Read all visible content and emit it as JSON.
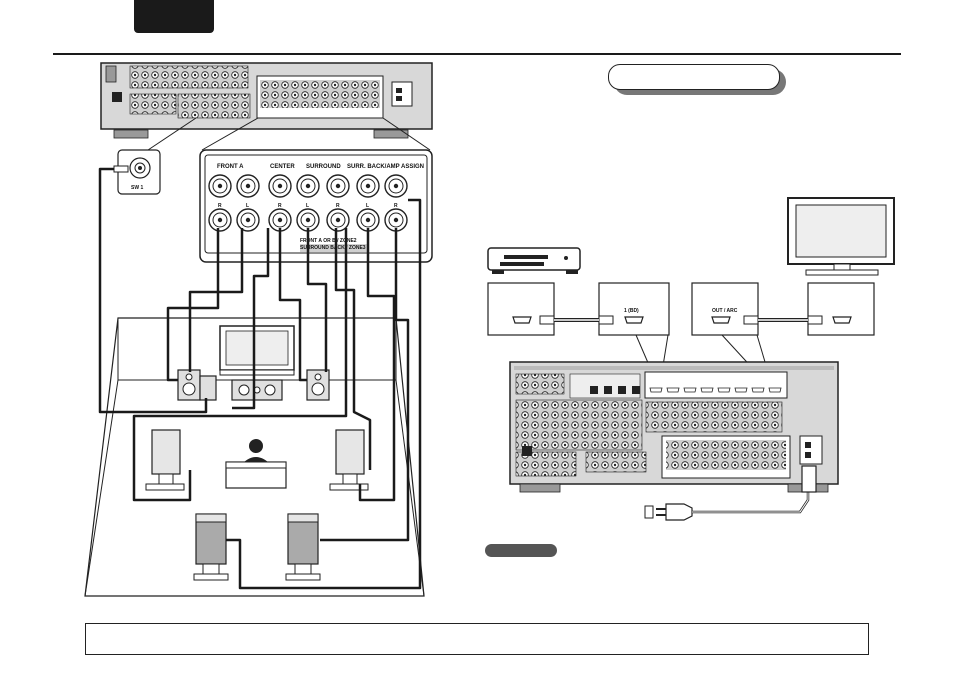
{
  "labels": {
    "sw_jack": "SW 1",
    "front_a": "FRONT A",
    "center": "CENTER",
    "surround": "SURROUND",
    "surr_back": "SURR. BACK/AMP ASSIGN",
    "ch_r": "R",
    "ch_l": "L",
    "bottom_note_1": "FRONT A OR B / ZONE2",
    "bottom_note_2": "SURROUND BACK / ZONE3",
    "hdmi_in": "1 (BD)",
    "hdmi_out": "OUT / ARC"
  },
  "colors": {
    "ink": "#1a1a1a",
    "panel_fill": "#d9d9d9",
    "cable": "#1a1a1a",
    "screen": "#eeeeee"
  },
  "icons": [
    "player-icon",
    "tv-icon",
    "power-plug-icon",
    "listener-icon",
    "speaker-icon"
  ]
}
